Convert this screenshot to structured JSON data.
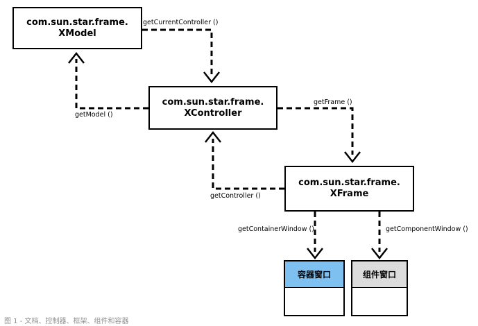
{
  "nodes": {
    "xmodel": {
      "line1": "com.sun.star.frame.",
      "line2": "XModel"
    },
    "xcontroller": {
      "line1": "com.sun.star.frame.",
      "line2": "XController"
    },
    "xframe": {
      "line1": "com.sun.star.frame.",
      "line2": "XFrame"
    }
  },
  "windows": {
    "container": {
      "label": "容器窗口",
      "header_color": "#7ec0f0"
    },
    "component": {
      "label": "组件窗口",
      "header_color": "#dcdcdc"
    }
  },
  "edges": {
    "get_current_controller": "getCurrentController ()",
    "get_model": "getModel ()",
    "get_frame": "getFrame ()",
    "get_controller": "getController ()",
    "get_container_window": "getContainerWindow ()",
    "get_component_window": "getComponentWindow ()"
  },
  "caption": "图 1 - 文档、控制器、框架、组件和容器"
}
